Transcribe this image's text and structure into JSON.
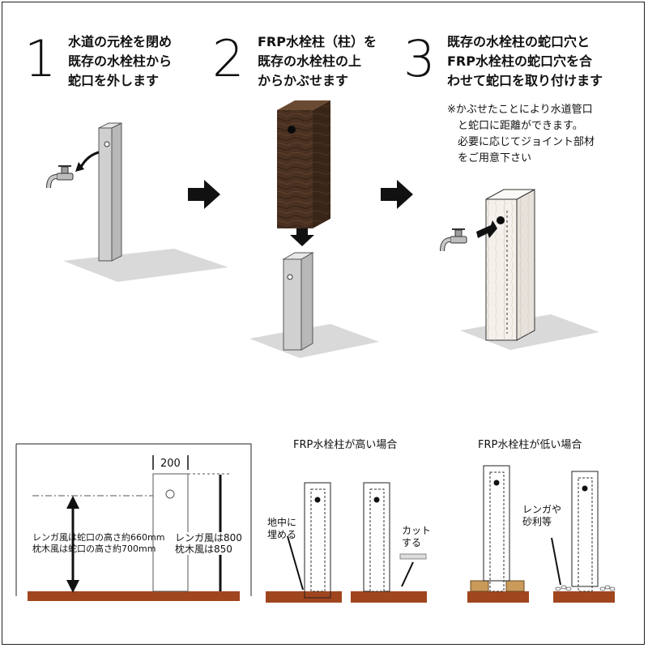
{
  "steps": [
    {
      "number": "1",
      "lines": [
        "水道の元栓を閉め",
        "既存の水栓柱から",
        "蛇口を外します"
      ]
    },
    {
      "number": "2",
      "lines": [
        "FRP水栓柱（柱）を",
        "既存の水栓柱の上",
        "からかぶせます"
      ]
    },
    {
      "number": "3",
      "lines": [
        "既存の水栓柱の蛇口穴と",
        "FRP水栓柱の蛇口穴を合",
        "わせて蛇口を取り付けます"
      ]
    }
  ],
  "note": [
    "※かぶせたことにより水道管口",
    "　と蛇口に距離ができます。",
    "　必要に応じてジョイント部材",
    "　をご用意下さい"
  ],
  "dimensions": {
    "width": "200",
    "faucet_height": [
      "レンガ風は蛇口の高さ約660mm",
      "枕木風は蛇口の高さ約700mm"
    ],
    "post_height": [
      "レンガ風は800",
      "枕木風は850"
    ]
  },
  "tall_case": {
    "title": "FRP水栓柱が高い場合",
    "bury_label": [
      "地中に",
      "埋める"
    ],
    "cut_label": [
      "カット",
      "する"
    ]
  },
  "short_case": {
    "title": "FRP水栓柱が低い場合",
    "fill_label": [
      "レンガや",
      "砂利等"
    ]
  },
  "colors": {
    "ground": "#a0461f",
    "wood": "#4a3121",
    "light_post": "#d3d3d3",
    "shadow": "#d8d8d8"
  }
}
